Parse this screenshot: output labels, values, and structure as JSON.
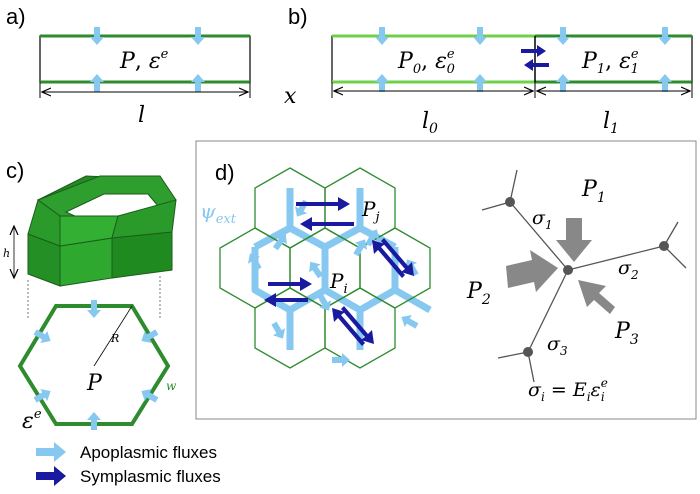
{
  "panels": {
    "a": {
      "label": "a)",
      "cell_label_P": "P",
      "cell_label_eps": "ε",
      "cell_label_eps_sup": "e",
      "length_label": "l",
      "axis_label": "x"
    },
    "b": {
      "label": "b)",
      "cell0_P": "P",
      "cell0_P_sub": "0",
      "cell0_eps": "ε",
      "cell0_eps_sup": "e",
      "cell0_eps_sub": "0",
      "cell1_P": "P",
      "cell1_P_sub": "1",
      "cell1_eps": "ε",
      "cell1_eps_sup": "e",
      "cell1_eps_sub": "1",
      "length0": "l",
      "length0_sub": "0",
      "length1": "l",
      "length1_sub": "1"
    },
    "c": {
      "label": "c)",
      "height_label": "h",
      "radius_label": "R",
      "wall_label": "w",
      "pressure_label": "P",
      "strain_label": "ε",
      "strain_sup": "e"
    },
    "d": {
      "label": "d)",
      "psi": "ψ",
      "psi_sub": "ext",
      "cell_i": "P",
      "cell_i_sub": "i",
      "cell_j": "P",
      "cell_j_sub": "j",
      "P1": "P",
      "P1_sub": "1",
      "P2": "P",
      "P2_sub": "2",
      "P3": "P",
      "P3_sub": "3",
      "s1": "σ",
      "s1_sub": "1",
      "s2": "σ",
      "s2_sub": "2",
      "s3": "σ",
      "s3_sub": "3",
      "eq_lhs": "σ",
      "eq_lhs_sub": "i",
      "eq_mid": " = E",
      "eq_mid_sub": "i",
      "eq_rhs": "ε",
      "eq_rhs_sup": "e",
      "eq_rhs_sub": "i"
    }
  },
  "legend": {
    "apoplasmic": "Apoplasmic fluxes",
    "symplasmic": "Symplasmic fluxes"
  },
  "colors": {
    "wall_green": "#2e8b2e",
    "wall_light_green": "#6fd14a",
    "apoplasmic_blue": "#87c8f0",
    "symplasmic_blue": "#1a1aa0",
    "gray": "#7a7a7a",
    "gray_arrow": "#888888"
  }
}
